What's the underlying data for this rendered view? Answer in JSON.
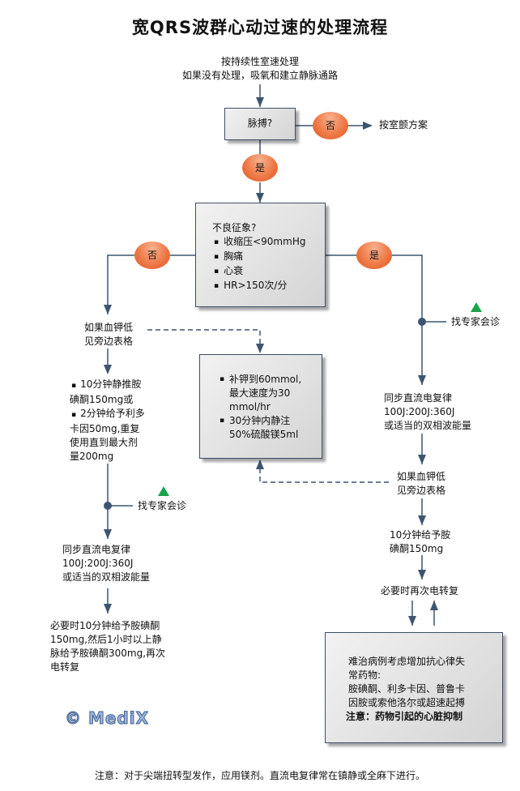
{
  "title": "宽QRS波群心动过速的处理流程",
  "start": {
    "line1": "按持续性室速处理",
    "line2": "如果没有处理，吸氧和建立静脉通路"
  },
  "pulse_box": {
    "label": "脉搏?"
  },
  "pulse_no": {
    "oval": "否",
    "target": "按室颤方案"
  },
  "pulse_yes": {
    "oval": "是"
  },
  "adverse_box": {
    "heading": "不良征象?",
    "items": [
      "收缩压<90mmHg",
      "胸痛",
      "心衰",
      "HR>150次/分"
    ]
  },
  "adverse_no": {
    "oval": "否"
  },
  "adverse_yes": {
    "oval": "是"
  },
  "left": {
    "potassium": {
      "line1": "如果血钾低",
      "line2": "见旁边表格"
    },
    "drugs": {
      "item1_a": "10分钟静推胺",
      "item1_b": "碘酮150mg或",
      "item2_a": "2分钟给予利多",
      "item2_b": "卡因50mg,重复",
      "item2_c": "使用直到最大剂",
      "item2_d": "量200mg"
    },
    "expert": "找专家会诊",
    "cardioversion": {
      "line1": "同步直流电复律",
      "line2": "100J:200J:360J",
      "line3": "或适当的双相波能量"
    },
    "final": {
      "line1": "必要时10分钟给予胺碘酮",
      "line2": "150mg,然后1小时以上静",
      "line3": "脉给予胺碘酮300mg,再次",
      "line4": "电转复"
    }
  },
  "potassium_box": {
    "item1": [
      "补钾到60mmol,",
      "最大速度为30",
      "mmol/hr"
    ],
    "item2": [
      "30分钟内静注",
      "50%硫酸镁5ml"
    ]
  },
  "right": {
    "expert": "找专家会诊",
    "cardioversion": {
      "line1": "同步直流电复律",
      "line2": "100J:200J:360J",
      "line3": "或适当的双相波能量"
    },
    "potassium": {
      "line1": "如果血钾低",
      "line2": "见旁边表格"
    },
    "amiodarone": {
      "line1": "10分钟给予胺",
      "line2": "碘酮150mg"
    },
    "repeat": "必要时再次电转复"
  },
  "refractory_box": {
    "line1": "难治病例考虑增加抗心律失",
    "line2": "常药物:",
    "line3": "胺碘酮、利多卡因、普鲁卡",
    "line4": "因胺或索他洛尔或超速起搏",
    "warning": "注意：药物引起的心脏抑制"
  },
  "logo": "© MediX",
  "footnote": "注意：对于尖端扭转型发作，应用镁剂。直流电复律常在镇静或全麻下进行。",
  "colors": {
    "line": "#3d5570",
    "oval": "#ee7a48",
    "triangle": "#1aa34a"
  }
}
